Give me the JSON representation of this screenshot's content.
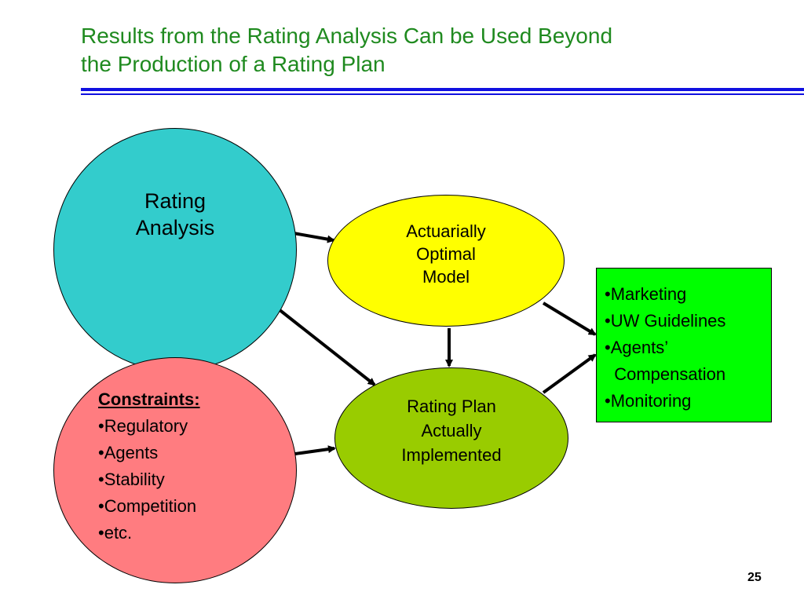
{
  "title": {
    "line1": "Results from the Rating Analysis Can be Used Beyond",
    "line2": "the Production of a Rating Plan"
  },
  "nodes": {
    "rating_analysis": {
      "line1": "Rating",
      "line2": "Analysis"
    },
    "optimal_model": {
      "line1": "Actuarially",
      "line2": "Optimal",
      "line3": "Model"
    },
    "implemented_plan": {
      "line1": "Rating Plan",
      "line2": "Actually",
      "line3": "Implemented"
    },
    "constraints": {
      "heading": "Constraints:",
      "items": [
        "•Regulatory",
        "•Agents",
        "•Stability",
        "•Competition",
        "•etc."
      ]
    },
    "uses": {
      "items": [
        "•Marketing",
        "•UW Guidelines",
        "•Agents’",
        "  Compensation",
        "•Monitoring"
      ]
    }
  },
  "page_number": "25",
  "colors": {
    "title": "#1f8a1f",
    "rule": "#1010e0",
    "rating_analysis": "#33cccc",
    "optimal_model": "#ffff00",
    "implemented_plan": "#99cc00",
    "constraints": "#ff7c80",
    "uses": "#00ff00"
  }
}
